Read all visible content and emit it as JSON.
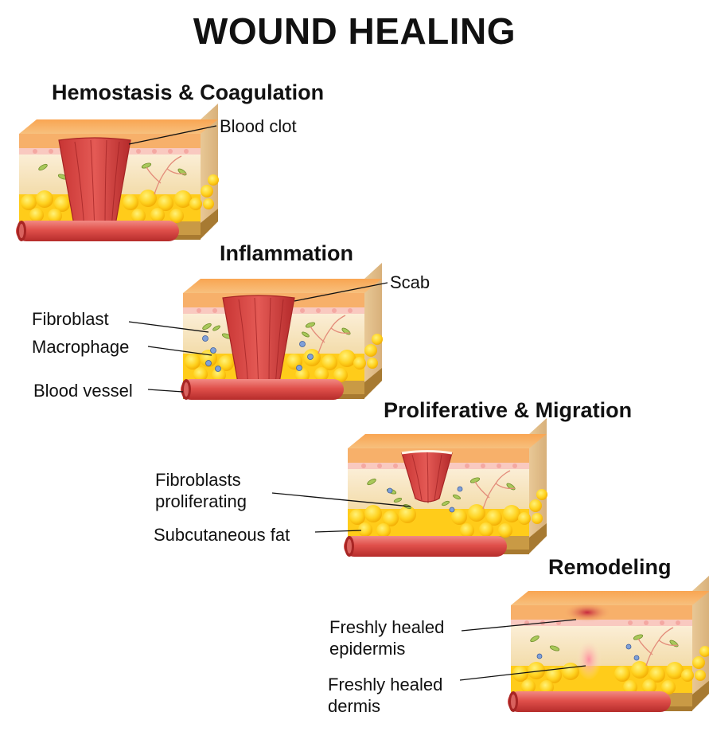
{
  "title": "WOUND HEALING",
  "stages": [
    {
      "title": "Hemostasis & Coagulation"
    },
    {
      "title": "Inflammation"
    },
    {
      "title": "Proliferative & Migration"
    },
    {
      "title": "Remodeling"
    }
  ],
  "labels": {
    "blood_clot": "Blood clot",
    "scab": "Scab",
    "fibroblast": "Fibroblast",
    "macrophage": "Macrophage",
    "blood_vessel": "Blood vessel",
    "fibroblasts_proliferating_1": "Fibroblasts",
    "fibroblasts_proliferating_2": "proliferating",
    "subcutaneous_fat": "Subcutaneous fat",
    "freshly_healed_epidermis_1": "Freshly healed",
    "freshly_healed_epidermis_2": "epidermis",
    "freshly_healed_dermis_1": "Freshly healed",
    "freshly_healed_dermis_2": "dermis"
  },
  "colors": {
    "epidermis": "#f6b06a",
    "dermis": "#fbe9c8",
    "fat": "#ffd21f",
    "blood": "#d8423f",
    "base": "#b88a3c"
  }
}
